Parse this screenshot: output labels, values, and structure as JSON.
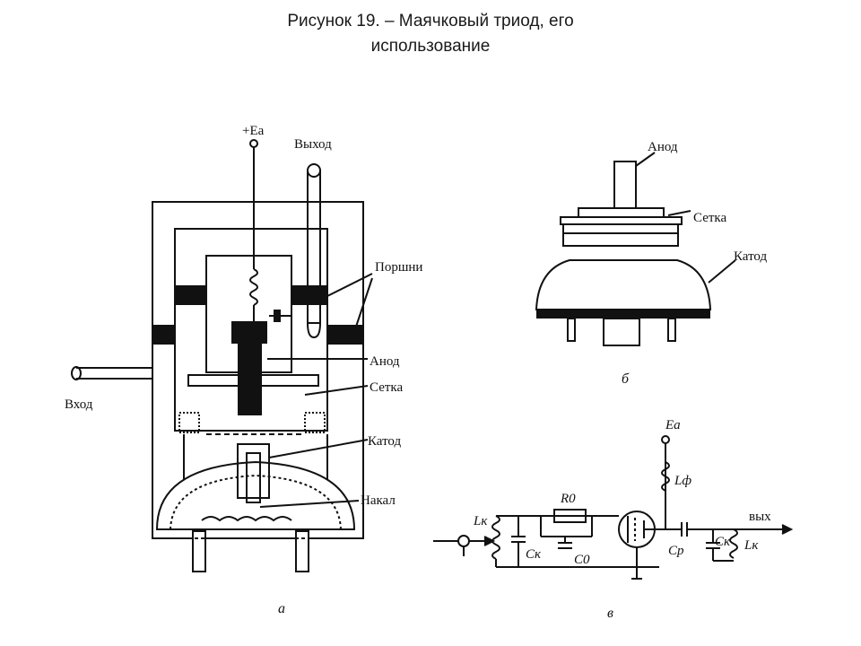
{
  "title": {
    "line1": "Рисунок 19.   – Маячковый триод, его",
    "line2": "использование"
  },
  "diagram_a": {
    "supply": "+Eа",
    "output": "Выход",
    "input": "Вход",
    "pistons": "Поршни",
    "anode": "Анод",
    "grid": "Сетка",
    "cathode": "Катод",
    "heater": "Накал",
    "caption": "а"
  },
  "diagram_b": {
    "anode": "Анод",
    "grid": "Сетка",
    "cathode": "Катод",
    "caption": "б"
  },
  "diagram_c": {
    "supply": "Eа",
    "lf": "Lф",
    "r0": "R0",
    "lk_in": "Lк",
    "ck_in": "Cк",
    "c0": "C0",
    "cp": "Cр",
    "ck_out": "Cк",
    "lk_out": "Lк",
    "out": "вых",
    "caption": "в"
  }
}
